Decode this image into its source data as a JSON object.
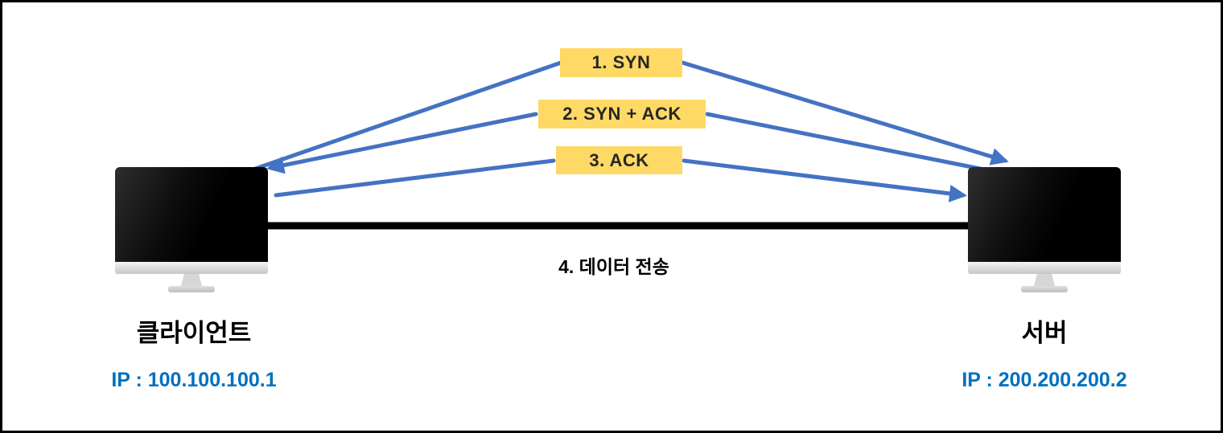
{
  "diagram_title": "tcp-three-way-handshake",
  "steps": [
    {
      "label": "1. SYN",
      "direction": "client-to-server"
    },
    {
      "label": "2. SYN + ACK",
      "direction": "server-to-client"
    },
    {
      "label": "3. ACK",
      "direction": "client-to-server"
    },
    {
      "label": "4. 데이터 전송",
      "direction": "between-client-and-server"
    }
  ],
  "client": {
    "name": "클라이언트",
    "ip": "IP : 100.100.100.1"
  },
  "server": {
    "name": "서버",
    "ip": "IP : 200.200.200.2"
  },
  "colors": {
    "arrow_blue": "#4472C4",
    "step_label_background": "#FFD966",
    "step_label_text": "#262626",
    "ip_text_blue": "#0070C0",
    "data_line_black": "#000000"
  }
}
